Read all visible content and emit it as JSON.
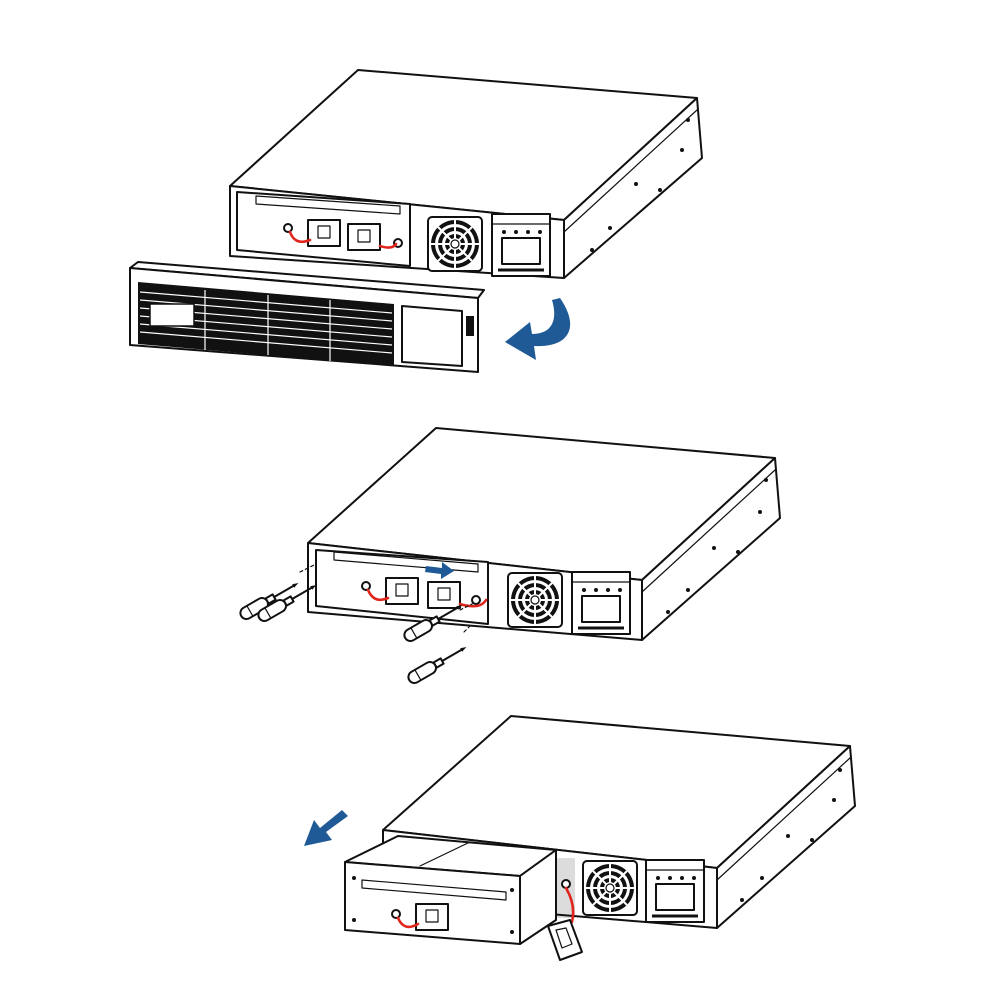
{
  "colors": {
    "line": "#111111",
    "arrow": "#1f5a96",
    "cable": "#e0261c",
    "background": "#ffffff"
  },
  "steps": [
    {
      "id": "remove-front-panel",
      "arrow_icon": "curved-arrow-icon"
    },
    {
      "id": "remove-screws",
      "arrow_icon": "right-arrow-icon",
      "tools": [
        "screwdriver-icon"
      ]
    },
    {
      "id": "pull-out-battery",
      "arrow_icon": "diagonal-arrow-icon"
    }
  ]
}
